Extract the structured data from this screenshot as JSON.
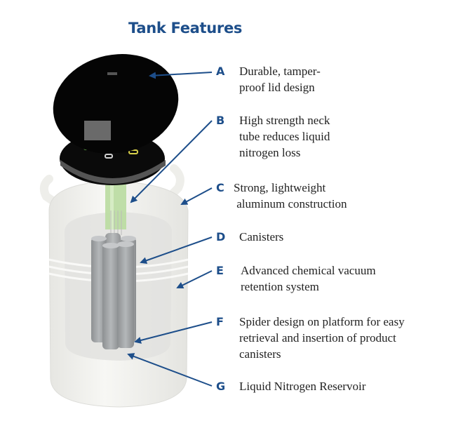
{
  "title": "Tank Features",
  "accent_color": "#1d4e8a",
  "features": [
    {
      "letter": "A",
      "line1": "Durable, tamper-",
      "line2": "proof lid design",
      "line3": ""
    },
    {
      "letter": "B",
      "line1": "High strength neck",
      "line2": "tube reduces liquid",
      "line3": "nitrogen loss"
    },
    {
      "letter": "C",
      "line1": "Strong, lightweight",
      "line2": "aluminum construction",
      "line3": ""
    },
    {
      "letter": "D",
      "line1": "Canisters",
      "line2": "",
      "line3": ""
    },
    {
      "letter": "E",
      "line1": "Advanced chemical vacuum",
      "line2": "retention system",
      "line3": ""
    },
    {
      "letter": "F",
      "line1": "Spider design on platform for easy",
      "line2": "retrieval and insertion of product",
      "line3": "canisters"
    },
    {
      "letter": "G",
      "line1": "Liquid Nitrogen Reservoir",
      "line2": "",
      "line3": ""
    }
  ]
}
